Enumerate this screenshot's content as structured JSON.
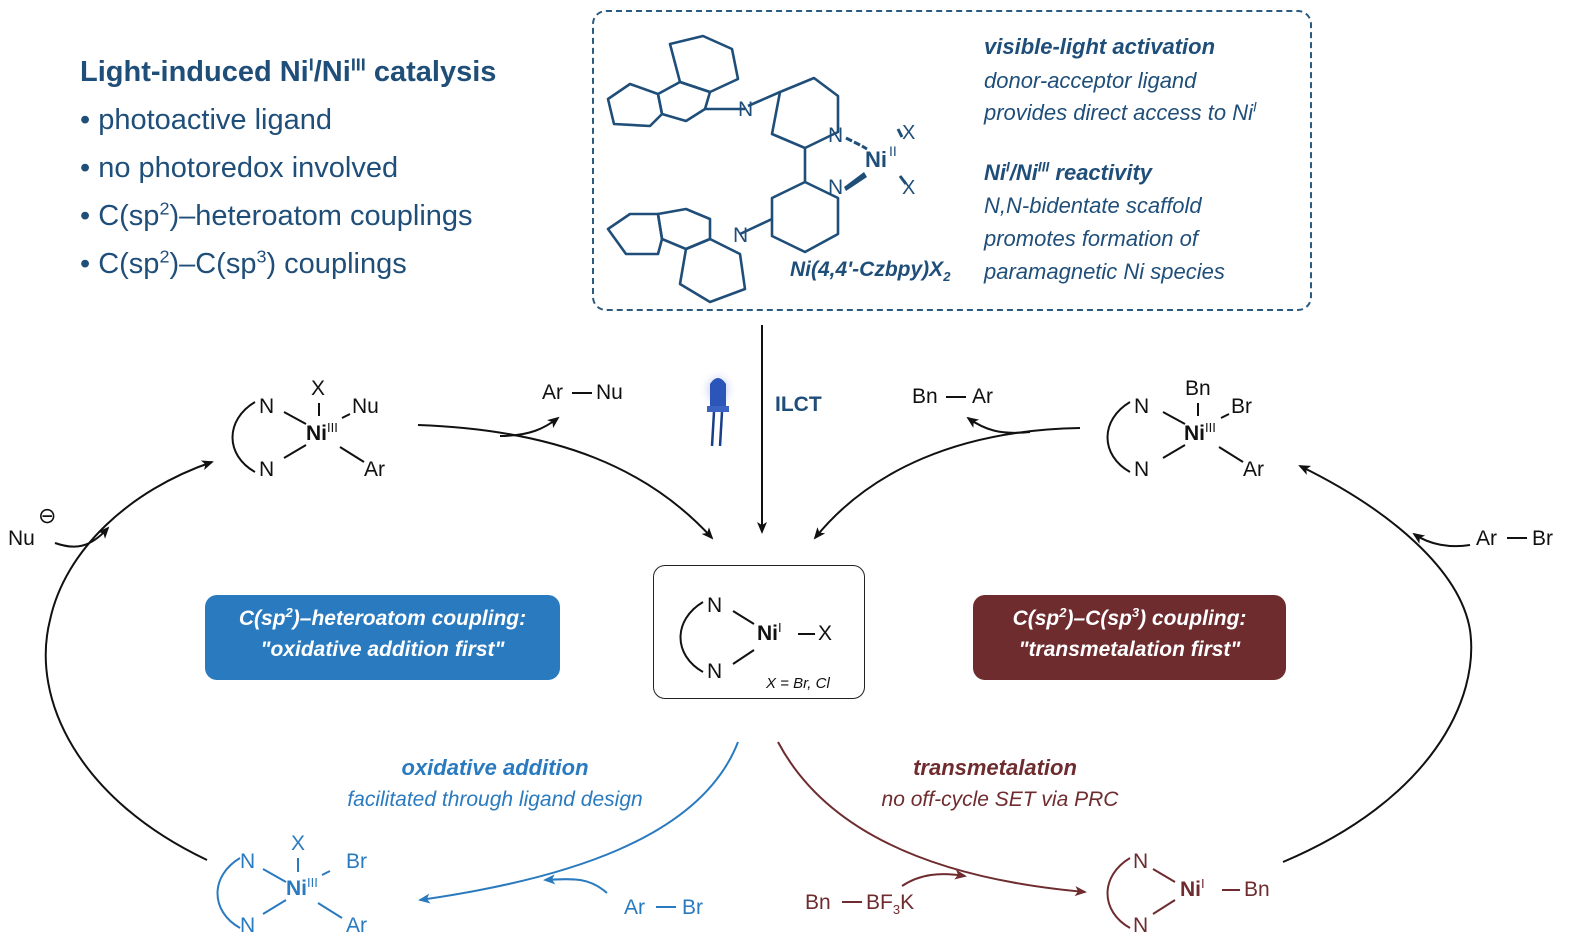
{
  "headline": {
    "prefix": "Light-induced Ni",
    "sup1": "I",
    "mid": "/Ni",
    "sup2": "III",
    "suffix": " catalysis"
  },
  "bullets": [
    {
      "text": "• photoactive ligand"
    },
    {
      "text": "• no photoredox involved"
    },
    {
      "pre": "• C(sp",
      "sup": "2",
      "post": ")–heteroatom couplings"
    },
    {
      "pre": "• C(sp",
      "sup": "2",
      "mid": ")–C(sp",
      "sup2": "3",
      "post": ") couplings"
    }
  ],
  "ligand": {
    "name_pre": "Ni(4,4'-Czbpy)X",
    "name_sub": "2",
    "metal": "Ni",
    "metal_ox": "II",
    "halide": "X",
    "n_atom": "N"
  },
  "features": {
    "f1_title": "visible-light activation",
    "f1_line1": "donor-acceptor ligand",
    "f1_line2_pre": "provides direct access to Ni",
    "f1_line2_sup": "I",
    "f2_title_a": "Ni",
    "f2_sup_a": "I",
    "f2_title_b": "/Ni",
    "f2_sup_b": "III",
    "f2_title_c": " reactivity",
    "f2_line1": "N,N-bidentate scaffold",
    "f2_line2": "promotes formation of",
    "f2_line3": "paramagnetic Ni species"
  },
  "excitation": {
    "label": "ILCT",
    "icon": "led-icon"
  },
  "center": {
    "metal": "Ni",
    "ox": "I",
    "ligand": "X",
    "n": "N",
    "note": "X = Br, Cl"
  },
  "left_cycle": {
    "pill_line1_pre": "C(sp",
    "pill_line1_sup": "2",
    "pill_line1_post": ")–heteroatom coupling:",
    "pill_line2": "\"oxidative addition first\"",
    "step_title": "oxidative addition",
    "step_text": "facilitated through ligand design",
    "reagent": {
      "a": "Ar",
      "b": "Br"
    },
    "nucleophile": {
      "label": "Nu",
      "charge": "⊖"
    },
    "product": {
      "a": "Ar",
      "b": "Nu"
    },
    "ni3_top": {
      "metal": "Ni",
      "ox": "III",
      "apical": "X",
      "l1": "Nu",
      "l2": "Ar",
      "n": "N"
    },
    "ni3_bottom": {
      "metal": "Ni",
      "ox": "III",
      "apical": "X",
      "l1": "Br",
      "l2": "Ar",
      "n": "N"
    },
    "color": "#2a7abf"
  },
  "right_cycle": {
    "pill_line1_pre": "C(sp",
    "pill_line1_sup": "2",
    "pill_line1_mid": ")–C(sp",
    "pill_line1_sup2": "3",
    "pill_line1_post": ") coupling:",
    "pill_line2": "\"transmetalation first\"",
    "step_title": "transmetalation",
    "step_text": "no off-cycle SET via PRC",
    "reagent": {
      "a": "Bn",
      "b_pre": "BF",
      "b_sub": "3",
      "b_post": "K"
    },
    "electrophile": {
      "a": "Ar",
      "b": "Br"
    },
    "product": {
      "a": "Bn",
      "b": "Ar"
    },
    "ni3_top": {
      "metal": "Ni",
      "ox": "III",
      "apical": "Bn",
      "l1": "Br",
      "l2": "Ar",
      "n": "N"
    },
    "ni1_bottom": {
      "metal": "Ni",
      "ox": "I",
      "ligand": "Bn",
      "n": "N"
    },
    "color": "#6e2c2f"
  },
  "colors": {
    "navy": "#1f4e79",
    "blue": "#2a7abf",
    "maroon": "#6e2c2f",
    "black": "#111111"
  }
}
